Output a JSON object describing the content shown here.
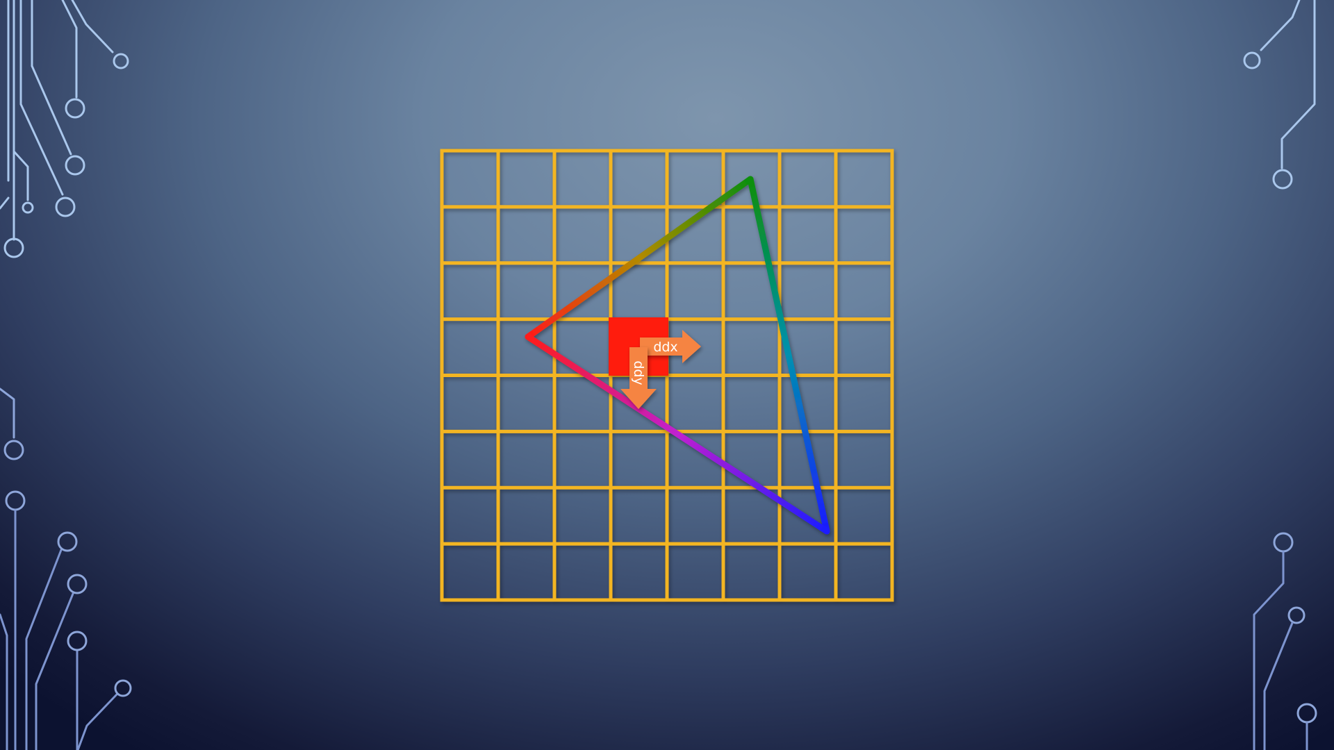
{
  "slide": {
    "background": [
      "#7e95ad",
      "#4d6485",
      "#141a38"
    ],
    "grid": {
      "rows": 8,
      "cols": 8,
      "color": "#f3b523"
    },
    "triangle": {
      "vertex_colors": [
        "#ff1a1a",
        "#0a8f0a",
        "#1a1aff"
      ],
      "edge_midpoint_colors": {
        "left_to_top": "#b38a00",
        "top_to_right": "#0090b0",
        "right_to_left": "#c020d0"
      }
    },
    "pixel_highlight": {
      "color": "#ff1a0a"
    },
    "derivative_arrows": {
      "color": "#f58442",
      "ddx_label": "ddx",
      "ddy_label": "ddy"
    },
    "decoration": {
      "circuit_color_top": "#a9c6ea",
      "circuit_color_bottom": "#6f86c4"
    }
  }
}
